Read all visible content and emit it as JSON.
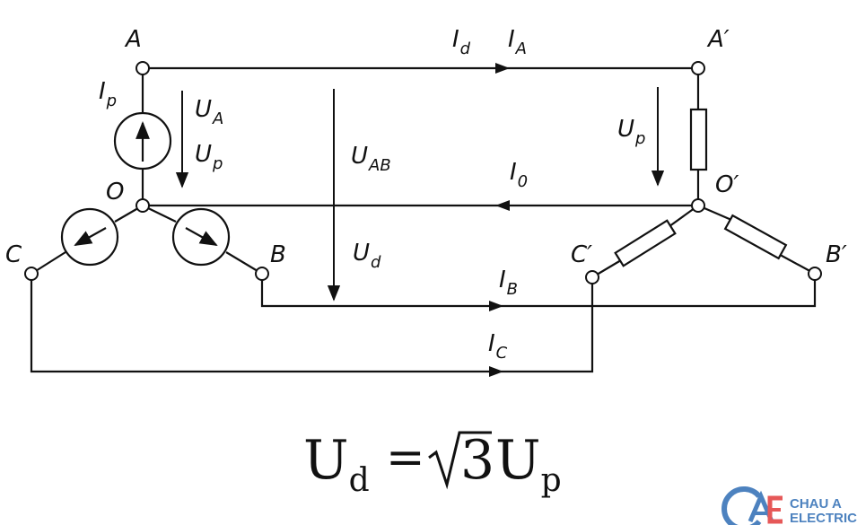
{
  "labels": {
    "A": "A",
    "B": "B",
    "C": "C",
    "O": "O",
    "A_prime": "A′",
    "B_prime": "B′",
    "C_prime": "C′",
    "O_prime": "O′",
    "Id": "I",
    "Id_sub": "d",
    "IA": "I",
    "IA_sub": "A",
    "Ip": "I",
    "Ip_sub": "p",
    "UA": "U",
    "UA_sub": "A",
    "Up_left": "U",
    "Up_left_sub": "p",
    "UAB": "U",
    "UAB_sub": "AB",
    "Ud": "U",
    "Ud_sub": "d",
    "Up_right": "U",
    "Up_right_sub": "p",
    "I0": "I",
    "I0_sub": "0",
    "IB": "I",
    "IB_sub": "B",
    "IC": "I",
    "IC_sub": "C"
  },
  "formula": {
    "lhs": "U",
    "lhs_sub": "d",
    "eq": "=",
    "radicand": "3",
    "rhs": "U",
    "rhs_sub": "p"
  },
  "logo": {
    "line1": "CHAU A",
    "line2": "ELECTRIC",
    "color_primary": "#2e6db4",
    "color_accent": "#e23b3b"
  }
}
